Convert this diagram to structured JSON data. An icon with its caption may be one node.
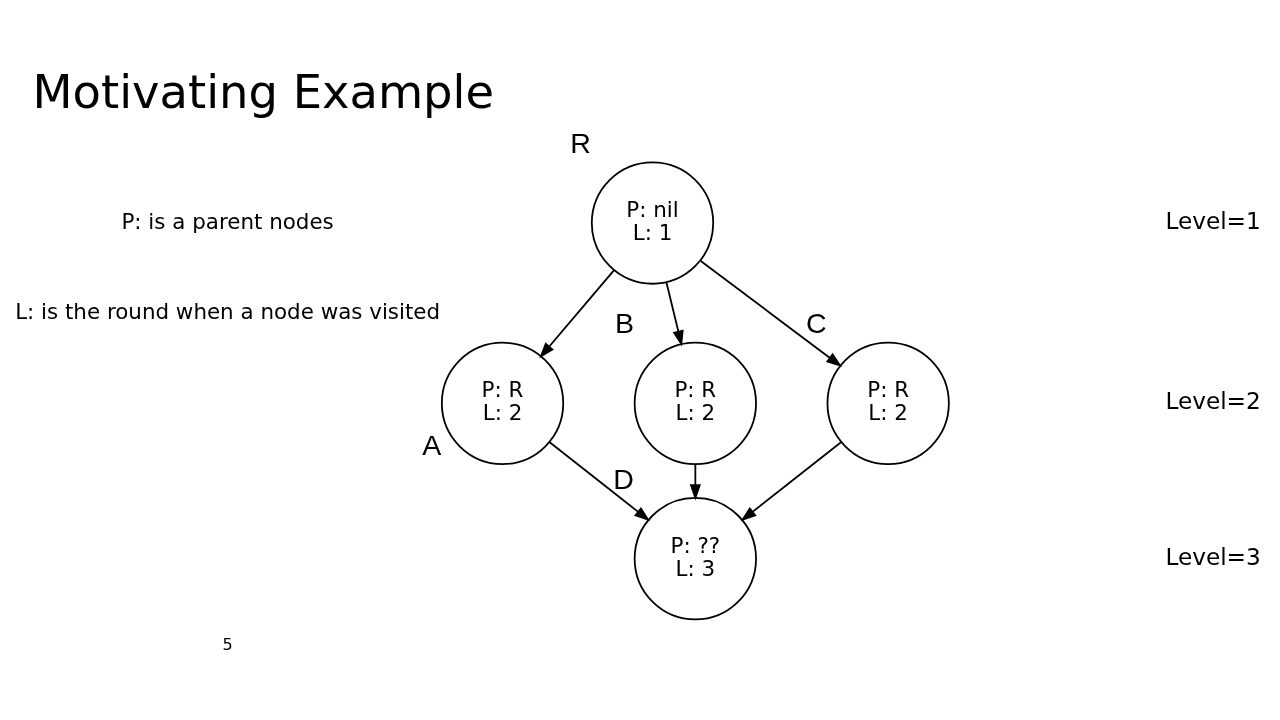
{
  "diagram": {
    "title": "Motivating Example",
    "nodes": [
      {
        "text": [
          "P: nil",
          "L: 1"
        ],
        "beside": [
          "R"
        ]
      },
      {
        "text": [
          "P: R",
          "L: 2"
        ],
        "beside": [
          "A"
        ]
      },
      {
        "text": [
          "P: R",
          "L: 2"
        ],
        "beside": [
          "B"
        ]
      },
      {
        "text": [
          "P: R",
          "L: 2"
        ],
        "beside": [
          "C"
        ]
      },
      {
        "text": [
          "P: ??",
          "L: 3"
        ],
        "beside": [
          "D"
        ]
      }
    ],
    "edges": [
      {
        "from": 0,
        "to": 1,
        "arrow": "to"
      },
      {
        "from": 0,
        "to": 2,
        "arrow": "to"
      },
      {
        "from": 0,
        "to": 3,
        "arrow": "to"
      },
      {
        "from": 1,
        "to": 4,
        "arrow": "to"
      },
      {
        "from": 2,
        "to": 4,
        "arrow": "to"
      },
      {
        "from": 3,
        "to": 4,
        "arrow": "to"
      }
    ],
    "labels": [
      "P: is a parent nodes",
      "L: is the round when a node was visited",
      "Level=1",
      "Level=2",
      "Level=3",
      "5"
    ]
  }
}
